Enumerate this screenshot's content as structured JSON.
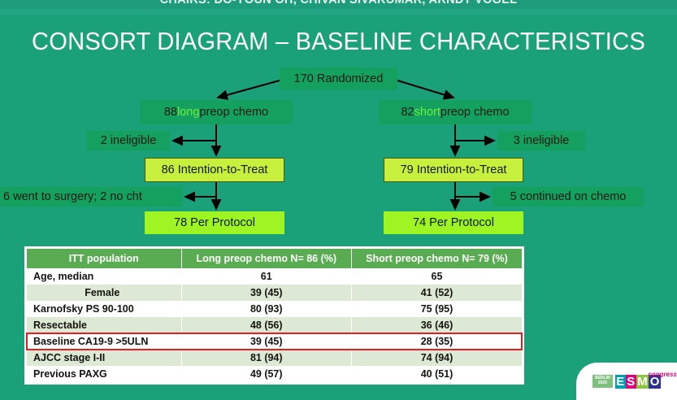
{
  "banner": {
    "text": "CHAIRS: DO-YOUN OH, CHIVAN SIVAKUMAR, ARNDT VOGEL"
  },
  "title": "CONSORT DIAGRAM – BASELINE CHARACTERISTICS",
  "consort": {
    "randomized": "170 Randomized",
    "long_arm": {
      "count": "88 ",
      "highlight": "long",
      "rest": " preop chemo"
    },
    "short_arm": {
      "count": "82 ",
      "highlight": "short",
      "rest": " preop chemo"
    },
    "ineligible_left": "2 ineligible",
    "ineligible_right": "3 ineligible",
    "itt_left": "86 Intention-to-Treat",
    "itt_right": "79 Intention-to-Treat",
    "offprotocol_left": "6 went to surgery; 2 no cht",
    "offprotocol_right": "5 continued on chemo",
    "pp_left": "78 Per Protocol",
    "pp_right": "74 Per Protocol"
  },
  "table": {
    "headers": [
      "ITT population",
      "Long preop chemo N= 86 (%)",
      "Short preop chemo N= 79 (%)"
    ],
    "rows": [
      {
        "label": "Age, median",
        "indent": false,
        "highlight": false,
        "long": "61",
        "short": "65"
      },
      {
        "label": "Female",
        "indent": true,
        "highlight": false,
        "long": "39 (45)",
        "short": "41 (52)"
      },
      {
        "label": "Karnofsky PS 90-100",
        "indent": false,
        "highlight": false,
        "long": "80 (93)",
        "short": "75 (95)"
      },
      {
        "label": "Resectable",
        "indent": false,
        "highlight": false,
        "long": "48 (56)",
        "short": "36 (46)"
      },
      {
        "label": "Baseline CA19-9 >5ULN",
        "indent": false,
        "highlight": true,
        "long": "39 (45)",
        "short": "28 (35)"
      },
      {
        "label": "AJCC stage      I-II",
        "indent": false,
        "highlight": false,
        "long": "81 (94)",
        "short": "74 (94)"
      },
      {
        "label": "Previous PAXG",
        "indent": false,
        "highlight": false,
        "long": "49 (57)",
        "short": "40 (51)"
      }
    ]
  },
  "logo": {
    "badge_line1": "BERLIN",
    "badge_line2": "2025",
    "e": "E",
    "s": "S",
    "m": "M",
    "o": "O",
    "congress": "congress"
  },
  "colors": {
    "background": "#1aa179",
    "box_mid_green": "#14a05f",
    "box_itt": "#c6f03c",
    "box_pp": "#9ef523",
    "highlight_word": "#6cf13a",
    "table_header": "#5aac52",
    "table_row_alt": "#dde9d5",
    "red_outline": "#e02020"
  }
}
